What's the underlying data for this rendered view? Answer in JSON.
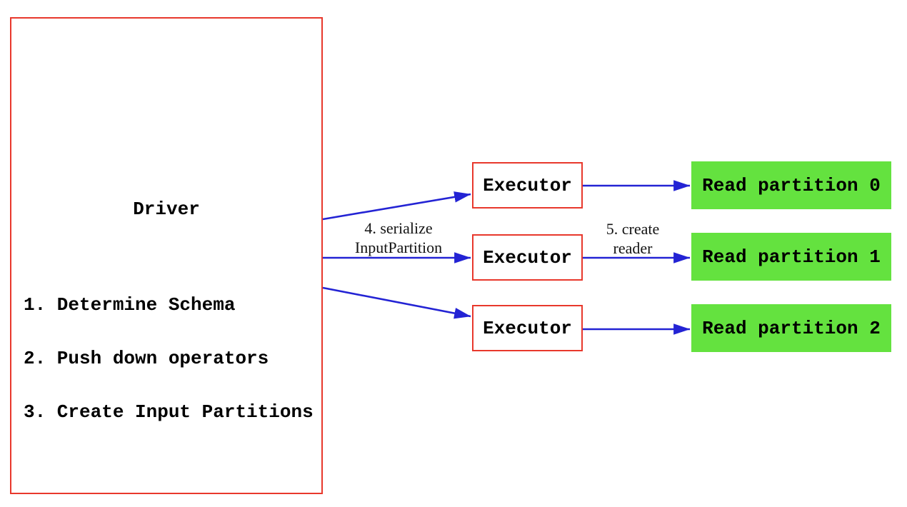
{
  "driver": {
    "title": "Driver",
    "steps": [
      "1. Determine Schema",
      "2. Push down operators",
      "3. Create Input Partitions"
    ]
  },
  "executors": [
    {
      "label": "Executor"
    },
    {
      "label": "Executor"
    },
    {
      "label": "Executor"
    }
  ],
  "read_partitions": [
    {
      "label": "Read partition 0"
    },
    {
      "label": "Read partition 1"
    },
    {
      "label": "Read partition 2"
    }
  ],
  "edge_labels": {
    "serialize_input_partition": {
      "line1": "4. serialize",
      "line2": "InputPartition"
    },
    "create_reader": {
      "line1": "5. create",
      "line2": "reader"
    }
  },
  "colors": {
    "box_border_red": "#e8382c",
    "arrow_blue": "#2323d4",
    "partition_green": "#64e23f",
    "text_black": "#000000"
  }
}
